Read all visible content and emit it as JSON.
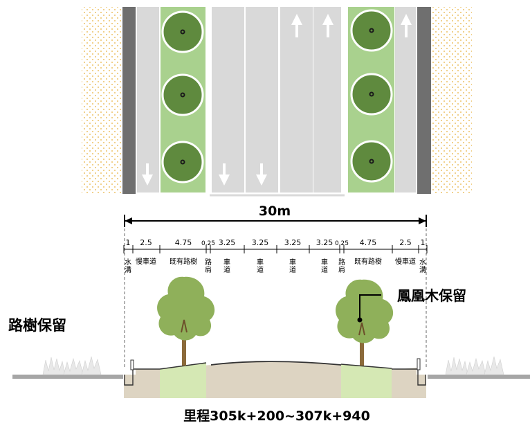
{
  "total_width": "30m",
  "dimensions": [
    "1",
    "2.5",
    "4.75",
    "0.25",
    "3.25",
    "3.25",
    "3.25",
    "3.25",
    "0.25",
    "4.75",
    "2.5",
    "1"
  ],
  "zones": [
    "水溝",
    "慢車道",
    "既有路樹",
    "路肩",
    "車道",
    "車道",
    "車道",
    "車道",
    "路肩",
    "既有路樹",
    "慢車道",
    "水溝"
  ],
  "label_left": "路樹保留",
  "label_right": "鳳凰木保留",
  "mileage": "里程305k+200~307k+940",
  "colors": {
    "sidewalk_dots": "#e8b13a",
    "curb_dark": "#6f6f6f",
    "lane_gray": "#d9d9d9",
    "median_green": "#a9d18e",
    "tree_dark": "#5f8a3e",
    "tree_foliage": "#8fb05a",
    "trunk": "#8b6a3a",
    "ground_beige": "#ddd4c2",
    "median_section": "#d5e8b4"
  },
  "icons": [
    "arrow-down-icon",
    "arrow-up-icon",
    "tree-icon",
    "grass-icon"
  ]
}
